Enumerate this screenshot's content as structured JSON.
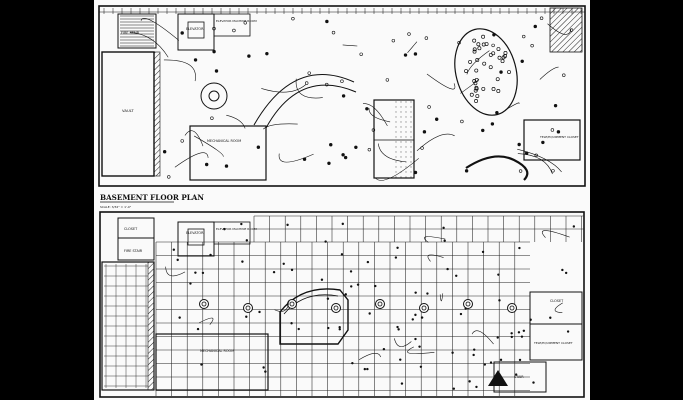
{
  "plans": [
    {
      "caption": "BASEMENT FLOOR PLAN",
      "scale": "SCALE: 3/32\" = 1'-0\"",
      "rooms": {
        "stair": "FIRE STAIR",
        "elevator": "ELEVATOR",
        "elevator_machine": "ELEVATOR MACHINE ROOM",
        "vault": "VAULT",
        "mechanical": "MECHANICAL ROOM",
        "tele": "TELE/EQUIPMENT CLOSET"
      }
    },
    {
      "caption": "",
      "rooms": {
        "closet": "CLOSET",
        "stair": "FIRE STAIR",
        "elevator": "ELEVATOR",
        "elevator_machine": "ELEVATOR MACHINE ROOM",
        "mechanical": "MECHANICAL ROOM",
        "closet_right": "CLOSET",
        "tele": "TELE/EQUIPMENT CLOSET",
        "stair_right": "STAIR"
      }
    }
  ]
}
